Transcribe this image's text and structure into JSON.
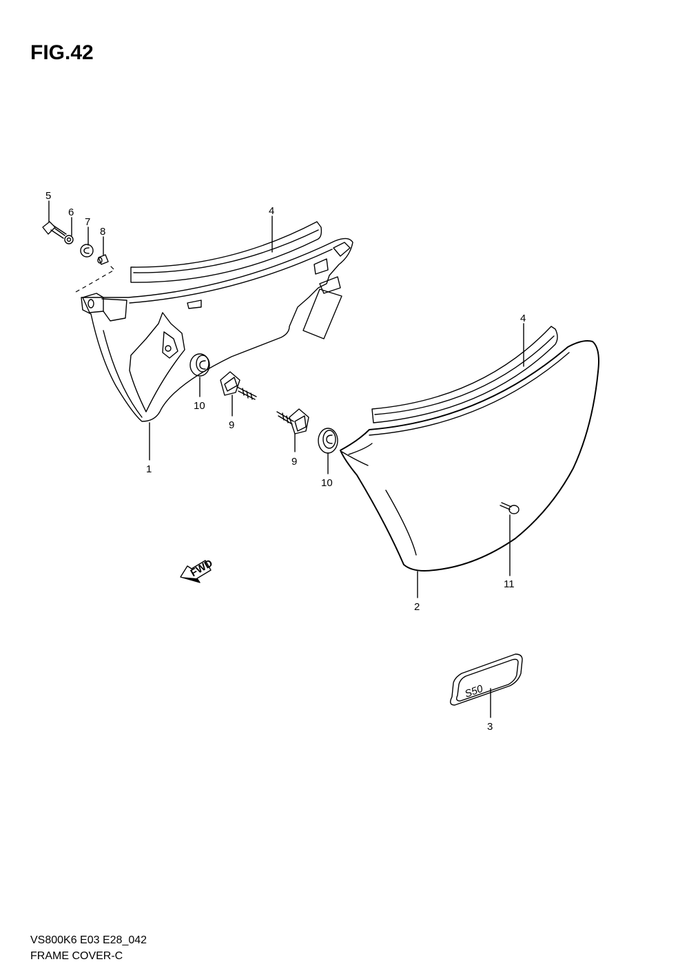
{
  "figure": {
    "title": "FIG.42"
  },
  "callouts": {
    "c5": "5",
    "c6": "6",
    "c7": "7",
    "c8": "8",
    "c4a": "4",
    "c4b": "4",
    "c10a": "10",
    "c9a": "9",
    "c1": "1",
    "c9b": "9",
    "c10b": "10",
    "c11": "11",
    "c2": "2",
    "c3": "3"
  },
  "fwd_label": "FWD",
  "emblem_text": "S50",
  "footer": {
    "code": "VS800K6 E03 E28_042",
    "name": "FRAME COVER-C"
  }
}
